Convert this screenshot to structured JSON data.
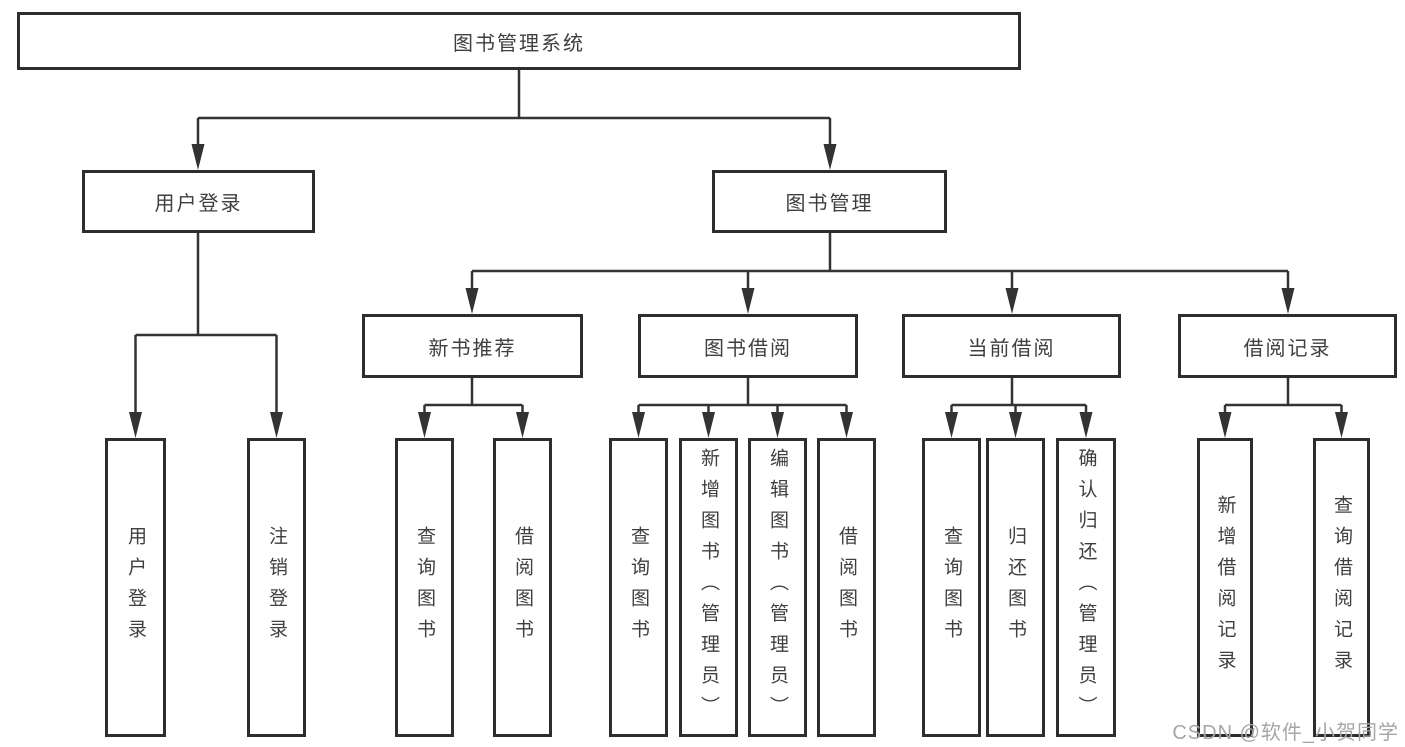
{
  "diagram": {
    "title": "图书管理系统",
    "level2": [
      "用户登录",
      "图书管理"
    ],
    "level3": [
      "新书推荐",
      "图书借阅",
      "当前借阅",
      "借阅记录"
    ],
    "leaves_user_login": [
      "用户登录",
      "注销登录"
    ],
    "leaves_new_book": [
      "查询图书",
      "借阅图书"
    ],
    "leaves_book_borrow": [
      "查询图书",
      "新增图书（管理员）",
      "编辑图书（管理员）",
      "借阅图书"
    ],
    "leaves_current_borrow": [
      "查询图书",
      "归还图书",
      "确认归还（管理员）"
    ],
    "leaves_borrow_records": [
      "新增借阅记录",
      "查询借阅记录"
    ]
  },
  "watermark": "CSDN @软件_小贺同学",
  "colors": {
    "line": "#333333",
    "box_border": "#2d2d2d",
    "text": "#3f3f3f",
    "watermark": "#a6a6a6",
    "background": "#ffffff"
  }
}
